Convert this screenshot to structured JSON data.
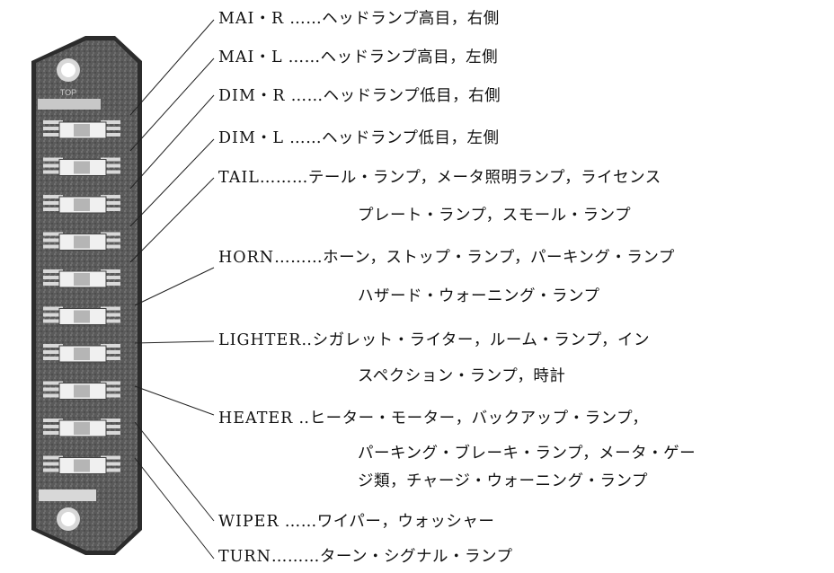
{
  "top_mark": "TOP",
  "fuses": [
    {
      "code": "MAI・R",
      "dots": "……",
      "desc": "ヘッドランプ高目，右側"
    },
    {
      "code": "MAI・L",
      "dots": "……",
      "desc": "ヘッドランプ高目，左側"
    },
    {
      "code": "DIM・R",
      "dots": "……",
      "desc": "ヘッドランプ低目，右側"
    },
    {
      "code": "DIM・L",
      "dots": "……",
      "desc": "ヘッドランプ低目，左側"
    },
    {
      "code": "TAIL",
      "dots": "………",
      "desc": "テール・ランプ，メータ照明ランプ，ライセンス",
      "desc2": "プレート・ランプ，スモール・ランプ"
    },
    {
      "code": "HORN",
      "dots": "………",
      "desc": "ホーン，ストップ・ランプ，パーキング・ランプ",
      "desc2": "ハザード・ウォーニング・ランプ"
    },
    {
      "code": "LIGHTER",
      "dots": "‥",
      "desc": "シガレット・ライター，ルーム・ランプ，イン",
      "desc2": "スペクション・ランプ，時計"
    },
    {
      "code": "HEATER",
      "dots": "‥",
      "desc": "ヒーター・モーター，バックアップ・ランプ，",
      "desc2": "パーキング・ブレーキ・ランプ，メータ・ゲー",
      "desc3": "ジ類，チャージ・ウォーニング・ランプ"
    },
    {
      "code": "WIPER",
      "dots": "……",
      "desc": "ワイパー，ウォッシャー"
    },
    {
      "code": "TURN",
      "dots": "………",
      "desc": "ターン・シグナル・ランプ"
    }
  ]
}
